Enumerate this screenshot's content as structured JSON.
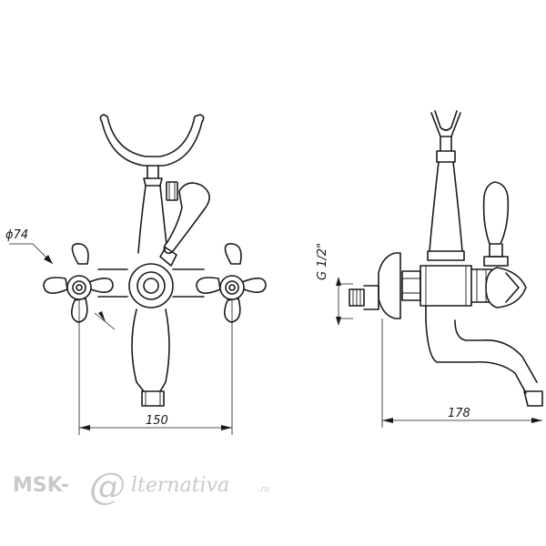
{
  "dimensions": {
    "diameter": "ϕ74",
    "width_front": "150",
    "width_side": "178",
    "thread": "G 1/2\""
  },
  "watermark": {
    "brand": "MSK-",
    "at": "@",
    "script": "lternativa",
    "tld": ".ru"
  }
}
